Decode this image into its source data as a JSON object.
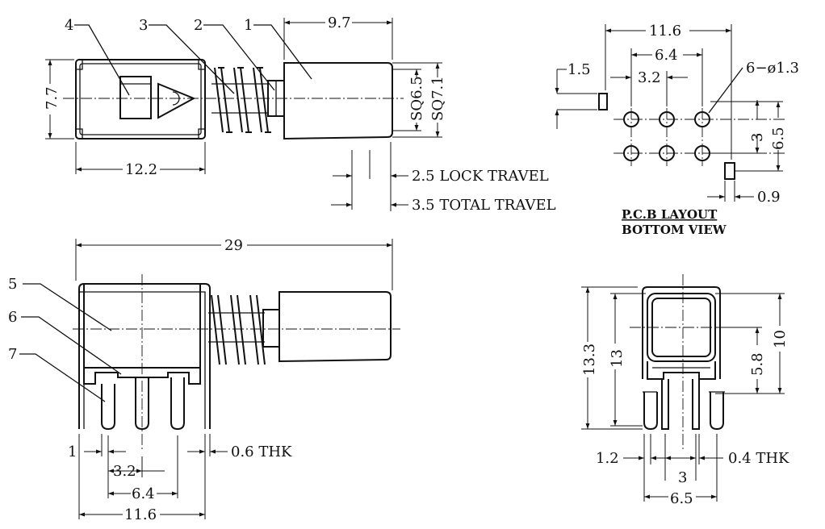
{
  "colors": {
    "ink": "#111111",
    "paper": "#ffffff"
  },
  "top_view": {
    "callouts": [
      "4",
      "3",
      "2",
      "1"
    ],
    "dims": {
      "cap_length": "9.7",
      "height": "7.7",
      "body_length": "12.2",
      "sq_inner": "SQ6.5",
      "sq_outer": "SQ7.1",
      "lock_travel": "2.5 LOCK TRAVEL",
      "total_travel": "3.5 TOTAL TRAVEL"
    }
  },
  "pcb_layout": {
    "dims": {
      "width": "11.6",
      "outer_pitch": "6.4",
      "pitch": "3.2",
      "slot_width": "1.5",
      "holes": "6−ø1.3",
      "row_pitch": "3",
      "row_span": "6.5",
      "tab_width": "0.9"
    },
    "caption_line1": "P.C.B LAYOUT",
    "caption_line2": "BOTTOM VIEW"
  },
  "side_view": {
    "callouts": [
      "5",
      "6",
      "7"
    ],
    "dims": {
      "overall_length": "29",
      "pin_offset": "1",
      "thickness": "0.6 THK",
      "pitch": "3.2",
      "outer_pitch": "6.4",
      "width": "11.6"
    }
  },
  "front_view": {
    "dims": {
      "overall_height": "13.3",
      "body_height": "13",
      "cap_height": "10",
      "center_height": "5.8",
      "tab": "1.2",
      "pitch": "3",
      "thickness": "0.4 THK",
      "width": "6.5"
    }
  }
}
